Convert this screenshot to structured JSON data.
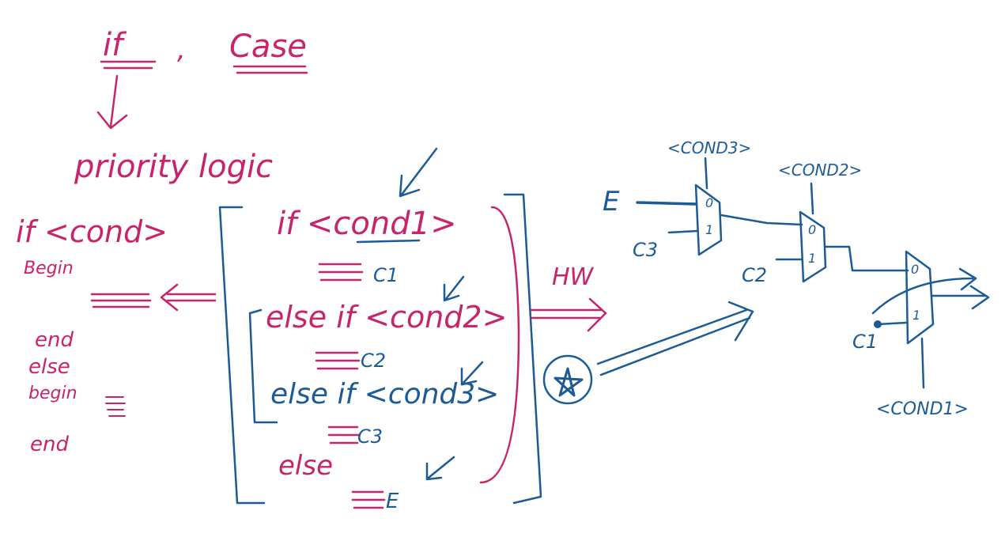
{
  "title": {
    "if_label": "if",
    "separator": ",",
    "case_label": "Case"
  },
  "priority_logic": "priority logic",
  "left_code": {
    "if_cond": "if <cond>",
    "begin": "Begin",
    "end1": "end",
    "else": "else",
    "begin2": "begin",
    "end2": "end"
  },
  "center_code": {
    "line1": "if <cond1>",
    "out1": "C1",
    "line2": "else if <cond2>",
    "out2": "C2",
    "line3": "else if <cond3>",
    "out3": "C3",
    "line4": "else",
    "out4": "E"
  },
  "hw_label": "HW",
  "star_icon": "star-icon",
  "circuit": {
    "mux3_label": "<COND3>",
    "mux2_label": "<COND2>",
    "mux1_label": "<COND1>",
    "input_e": "E",
    "input_c3": "C3",
    "input_c2": "C2",
    "input_c1": "C1",
    "sel0": "0",
    "sel1": "1"
  },
  "colors": {
    "pink": "#c8246b",
    "blue": "#1c5b95",
    "background": "#ffffff"
  }
}
